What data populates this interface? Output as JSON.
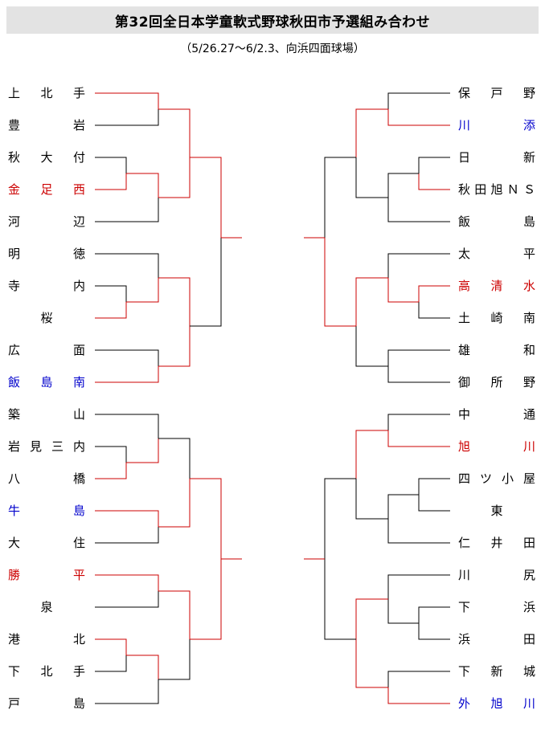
{
  "title": "第32回全日本学童軟式野球秋田市予選組み合わせ",
  "subtitle": "（5/26.27～6/2.3、向浜四面球場）",
  "colors": {
    "win": "#cc0000",
    "line": "#000000",
    "red_team": "#cc0000",
    "blue_team": "#0000cc"
  },
  "left_teams": [
    {
      "name": "上北手",
      "color": "black"
    },
    {
      "name": "豊岩",
      "color": "black"
    },
    {
      "name": "秋大付",
      "color": "black"
    },
    {
      "name": "金足西",
      "color": "red"
    },
    {
      "name": "河辺",
      "color": "black"
    },
    {
      "name": "明徳",
      "color": "black"
    },
    {
      "name": "寺内",
      "color": "black"
    },
    {
      "name": "桜",
      "color": "black"
    },
    {
      "name": "広面",
      "color": "black"
    },
    {
      "name": "飯島南",
      "color": "blue"
    },
    {
      "name": "築山",
      "color": "black"
    },
    {
      "name": "岩見三内",
      "color": "black"
    },
    {
      "name": "八橋",
      "color": "black"
    },
    {
      "name": "牛島",
      "color": "blue"
    },
    {
      "name": "大住",
      "color": "black"
    },
    {
      "name": "勝平",
      "color": "red"
    },
    {
      "name": "泉",
      "color": "black"
    },
    {
      "name": "港北",
      "color": "black"
    },
    {
      "name": "下北手",
      "color": "black"
    },
    {
      "name": "戸島",
      "color": "black"
    }
  ],
  "right_teams": [
    {
      "name": "保戸野",
      "color": "black"
    },
    {
      "name": "川添",
      "color": "blue"
    },
    {
      "name": "日新",
      "color": "black"
    },
    {
      "name": "秋田旭ＮＳ",
      "color": "black"
    },
    {
      "name": "飯島",
      "color": "black"
    },
    {
      "name": "太平",
      "color": "black"
    },
    {
      "name": "高清水",
      "color": "red"
    },
    {
      "name": "土崎南",
      "color": "black"
    },
    {
      "name": "雄和",
      "color": "black"
    },
    {
      "name": "御所野",
      "color": "black"
    },
    {
      "name": "中通",
      "color": "black"
    },
    {
      "name": "旭川",
      "color": "red"
    },
    {
      "name": "四ツ小屋",
      "color": "black"
    },
    {
      "name": "東",
      "color": "black"
    },
    {
      "name": "仁井田",
      "color": "black"
    },
    {
      "name": "川尻",
      "color": "black"
    },
    {
      "name": "下浜",
      "color": "black"
    },
    {
      "name": "浜田",
      "color": "black"
    },
    {
      "name": "下新城",
      "color": "black"
    },
    {
      "name": "外旭川",
      "color": "blue"
    }
  ]
}
